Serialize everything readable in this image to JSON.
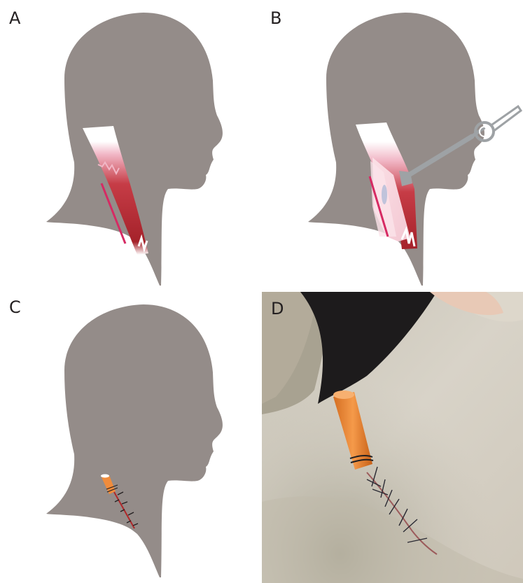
{
  "panels": [
    {
      "id": "A",
      "label": "A",
      "content": "head-silhouette-with-sternocleidomastoid-and-incision"
    },
    {
      "id": "B",
      "label": "B",
      "content": "head-silhouette-with-muscle-flap-and-forceps"
    },
    {
      "id": "C",
      "label": "C",
      "content": "head-silhouette-with-drain-and-suture-line"
    },
    {
      "id": "D",
      "label": "D",
      "content": "clinical-photo-neck-drain-and-sutures"
    }
  ],
  "colors": {
    "silhouette": "#948c89",
    "muscle_dark": "#b0282a",
    "muscle_light": "#f1b7c6",
    "incision": "#d62a63",
    "drain": "#f08c3c",
    "forceps": "#9ea2a5",
    "skin": "#d6d2c7"
  }
}
